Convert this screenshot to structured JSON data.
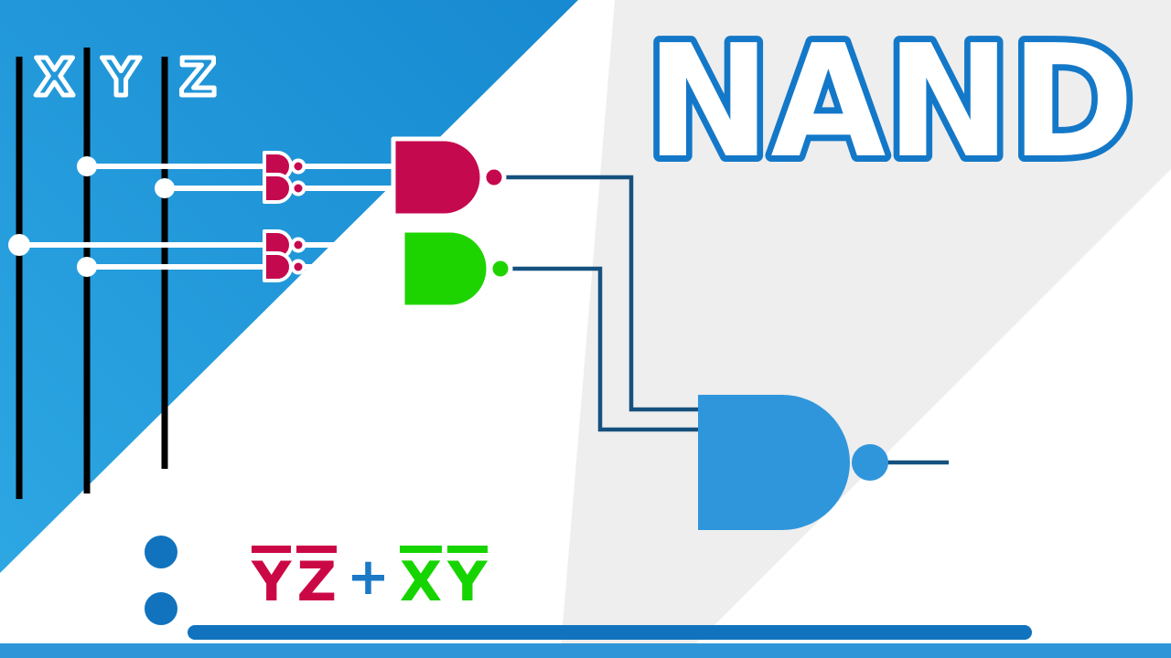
{
  "title": "NAND",
  "inputs": {
    "labels": [
      "X",
      "Y",
      "Z"
    ]
  },
  "formula": {
    "term1": [
      "Y",
      "Z"
    ],
    "operator": "+",
    "term2": [
      "X",
      "Y"
    ]
  },
  "colors": {
    "crimson_gate": "#C5094F",
    "green_gate": "#1ED400",
    "blue_gate": "#3096DC",
    "wire_navy": "#15517E",
    "accent_dark_blue": "#1173BD",
    "title_outline_blue": "#1478C8",
    "bottom_strip_blue": "#2E96D8",
    "background_blue_light": "#2FA9E4",
    "background_blue_deep": "#0D7BC8",
    "background_gray": "#EEEEEE"
  }
}
